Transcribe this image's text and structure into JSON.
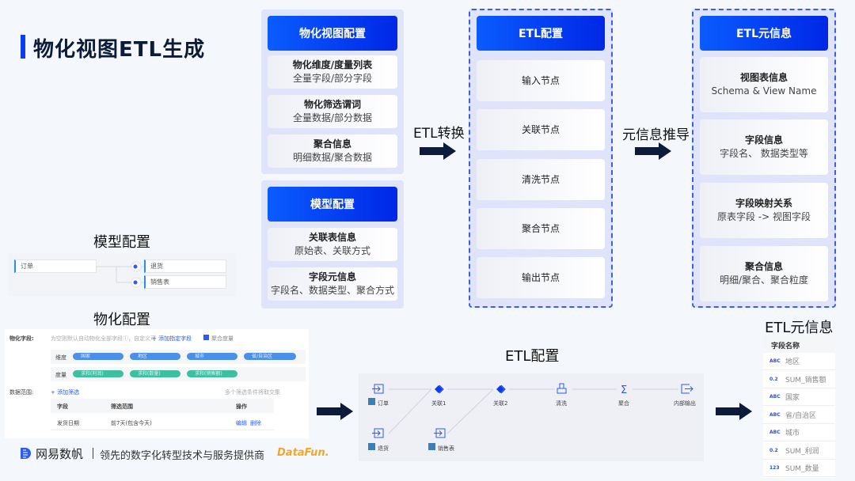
{
  "page": {
    "title": "物化视图ETL生成"
  },
  "mv_config": {
    "header": "物化视图配置",
    "cards": [
      {
        "title": "物化维度/度量列表",
        "sub": "全量字段/部分字段"
      },
      {
        "title": "物化筛选谓词",
        "sub": "全量数据/部分数据"
      },
      {
        "title": "聚合信息",
        "sub": "明细数据/聚合数据"
      }
    ]
  },
  "model_config": {
    "header": "模型配置",
    "cards": [
      {
        "title": "关联表信息",
        "sub": "原始表、关联方式"
      },
      {
        "title": "字段元信息",
        "sub": "字段名、数据类型、聚合方式"
      }
    ]
  },
  "arrows": {
    "etl_transform": "ETL转换",
    "meta_derive": "元信息推导"
  },
  "etl_config": {
    "header": "ETL配置",
    "nodes": [
      "输入节点",
      "关联节点",
      "清洗节点",
      "聚合节点",
      "输出节点"
    ]
  },
  "etl_meta": {
    "header": "ETL元信息",
    "cards": [
      {
        "title": "视图表信息",
        "sub": "Schema & View Name"
      },
      {
        "title": "字段信息",
        "sub": "字段名、 数据类型等"
      },
      {
        "title": "字段映射关系",
        "sub": "原表字段 -> 视图字段"
      },
      {
        "title": "聚合信息",
        "sub": "明细/聚合、聚合粒度"
      }
    ]
  },
  "model_shot": {
    "title": "模型配置",
    "tables": {
      "main": "订单",
      "join1": "退货",
      "join2": "销售表"
    }
  },
  "mv_shot": {
    "title": "物化配置",
    "field_label": "物化字段:",
    "field_hint": "为空则默认自动物化全部字段ⓘ，自定义可",
    "add_field": "+ 添加指定字段",
    "agg_checkbox": "聚合度量",
    "agg_checked": true,
    "dim_label": "维度",
    "dims": [
      "国家",
      "地区",
      "城市",
      "省/自治区"
    ],
    "measure_label": "度量",
    "measures": [
      "求和(利润)",
      "求和(数量)",
      "求和(销售额)"
    ],
    "range_label": "数据范围:",
    "add_filter": "+ 添加筛选",
    "filter_hint": "多个筛选条件将取交集",
    "table_headers": [
      "字段",
      "筛选范围",
      "操作"
    ],
    "rows": [
      {
        "field": "发货日期",
        "range": "前7天(包含今天)",
        "edit": "编辑",
        "delete": "删除"
      }
    ]
  },
  "etl_shot": {
    "title": "ETL配置",
    "nodes": [
      {
        "name": "订单",
        "type": "input"
      },
      {
        "name": "关联1",
        "type": "join"
      },
      {
        "name": "关联2",
        "type": "join"
      },
      {
        "name": "清洗",
        "type": "clean"
      },
      {
        "name": "聚合",
        "type": "aggregate"
      },
      {
        "name": "内部输出",
        "type": "output"
      },
      {
        "name": "退货",
        "type": "input"
      },
      {
        "name": "销售表",
        "type": "input"
      }
    ]
  },
  "meta_shot": {
    "title": "ETL元信息",
    "header": "字段名称",
    "fields": [
      {
        "type": "ABC",
        "name": "地区"
      },
      {
        "type": "0.2",
        "name": "SUM_销售额"
      },
      {
        "type": "ABC",
        "name": "国家"
      },
      {
        "type": "ABC",
        "name": "省/自治区"
      },
      {
        "type": "ABC",
        "name": "城市"
      },
      {
        "type": "0.2",
        "name": "SUM_利润"
      },
      {
        "type": "123",
        "name": "SUM_数量"
      }
    ]
  },
  "footer": {
    "brand": "网易数帆",
    "slogan": "领先的数字化转型技术与服务提供商",
    "partner": "DataFun."
  },
  "colors": {
    "accent": "#0a3cf0",
    "dim_pill": "#4a8fe8",
    "measure_pill": "#3dbfa0",
    "arrow": "#0d1b3a",
    "partner": "#f5a623"
  }
}
